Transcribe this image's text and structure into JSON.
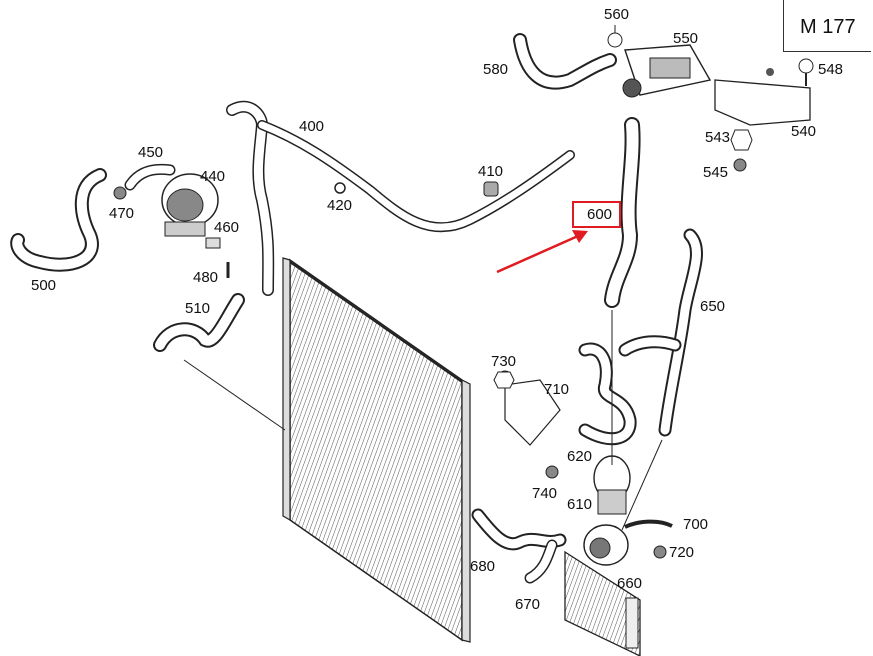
{
  "model": "M 177",
  "highlight": {
    "part": "600",
    "color": "#e11b22"
  },
  "parts": [
    {
      "id": "p560",
      "label": "560"
    },
    {
      "id": "p550",
      "label": "550"
    },
    {
      "id": "p580",
      "label": "580"
    },
    {
      "id": "p548",
      "label": "548"
    },
    {
      "id": "p540",
      "label": "540"
    },
    {
      "id": "p543",
      "label": "543"
    },
    {
      "id": "p545",
      "label": "545"
    },
    {
      "id": "p400",
      "label": "400"
    },
    {
      "id": "p450",
      "label": "450"
    },
    {
      "id": "p440",
      "label": "440"
    },
    {
      "id": "p470",
      "label": "470"
    },
    {
      "id": "p410",
      "label": "410"
    },
    {
      "id": "p420",
      "label": "420"
    },
    {
      "id": "p600",
      "label": "600"
    },
    {
      "id": "p460",
      "label": "460"
    },
    {
      "id": "p480",
      "label": "480"
    },
    {
      "id": "p500",
      "label": "500"
    },
    {
      "id": "p510",
      "label": "510"
    },
    {
      "id": "p650",
      "label": "650"
    },
    {
      "id": "p730",
      "label": "730"
    },
    {
      "id": "p710",
      "label": "710"
    },
    {
      "id": "p620",
      "label": "620"
    },
    {
      "id": "p740",
      "label": "740"
    },
    {
      "id": "p610",
      "label": "610"
    },
    {
      "id": "p700",
      "label": "700"
    },
    {
      "id": "p720",
      "label": "720"
    },
    {
      "id": "p680",
      "label": "680"
    },
    {
      "id": "p660",
      "label": "660"
    },
    {
      "id": "p670",
      "label": "670"
    }
  ],
  "icons": [
    "radiator",
    "hose",
    "coolant-pump",
    "thermostat-housing",
    "bracket",
    "screw",
    "nut",
    "clamp"
  ]
}
